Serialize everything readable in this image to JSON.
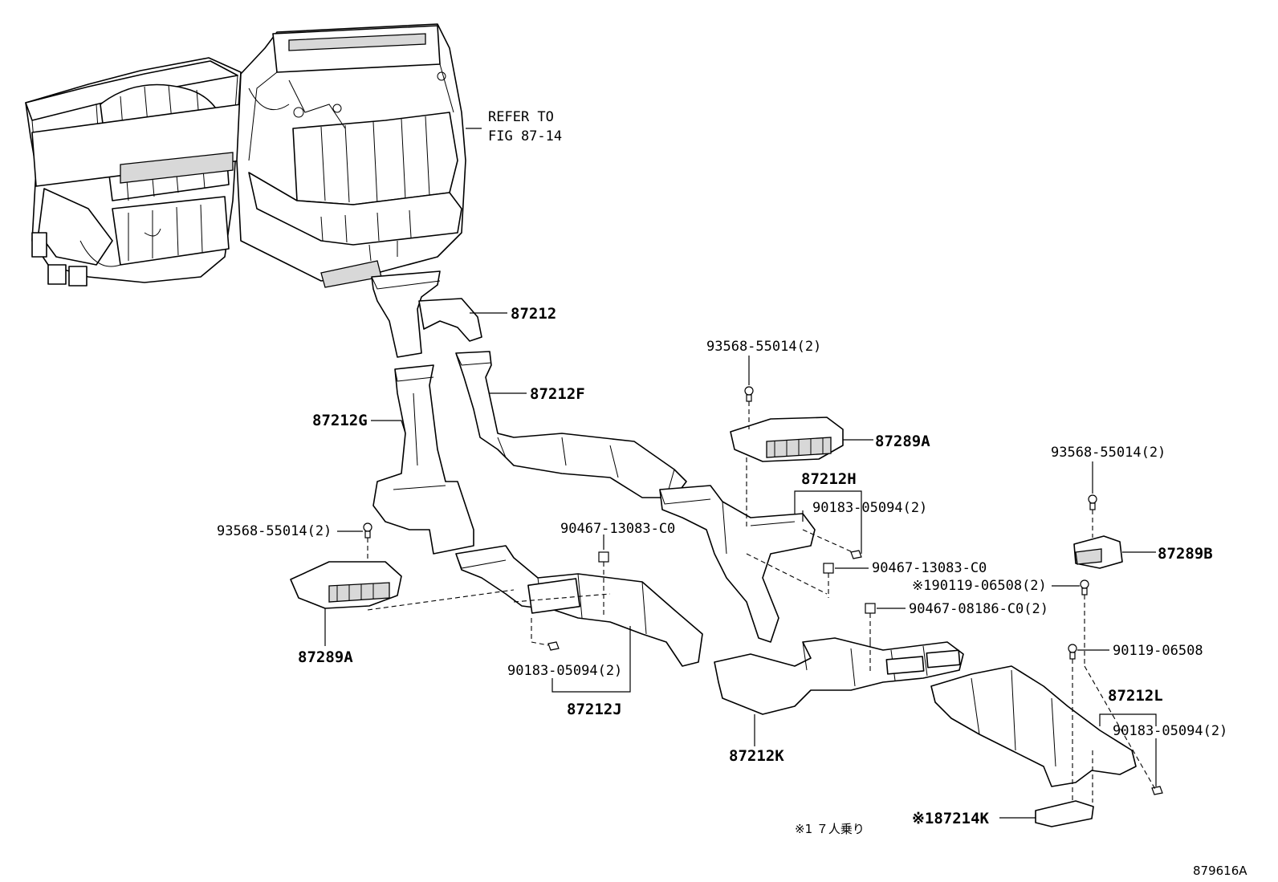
{
  "labels": {
    "refer_line1": "REFER TO",
    "refer_line2": "FIG 87-14",
    "p87212": "87212",
    "p87212F": "87212F",
    "p87212G": "87212G",
    "p87212H": "87212H",
    "p87212J": "87212J",
    "p87212K": "87212K",
    "p87212L": "87212L",
    "p87289A_top": "87289A",
    "p87289A_left": "87289A",
    "p87289B": "87289B",
    "p87214K": "※187214K",
    "s93568_top": "93568-55014(2)",
    "s93568_left": "93568-55014(2)",
    "s93568_right": "93568-55014(2)",
    "s90183_H": "90183-05094(2)",
    "s90183_J": "90183-05094(2)",
    "s90183_L": "90183-05094(2)",
    "s90467_13083_left": "90467-13083-C0",
    "s90467_13083_right": "90467-13083-C0",
    "s90119_06508_note": "※190119-06508(2)",
    "s90467_08186": "90467-08186-C0(2)",
    "s90119_06508": "90119-06508",
    "footnote": "※1 ７人乗り",
    "figure_id": "879616A"
  }
}
